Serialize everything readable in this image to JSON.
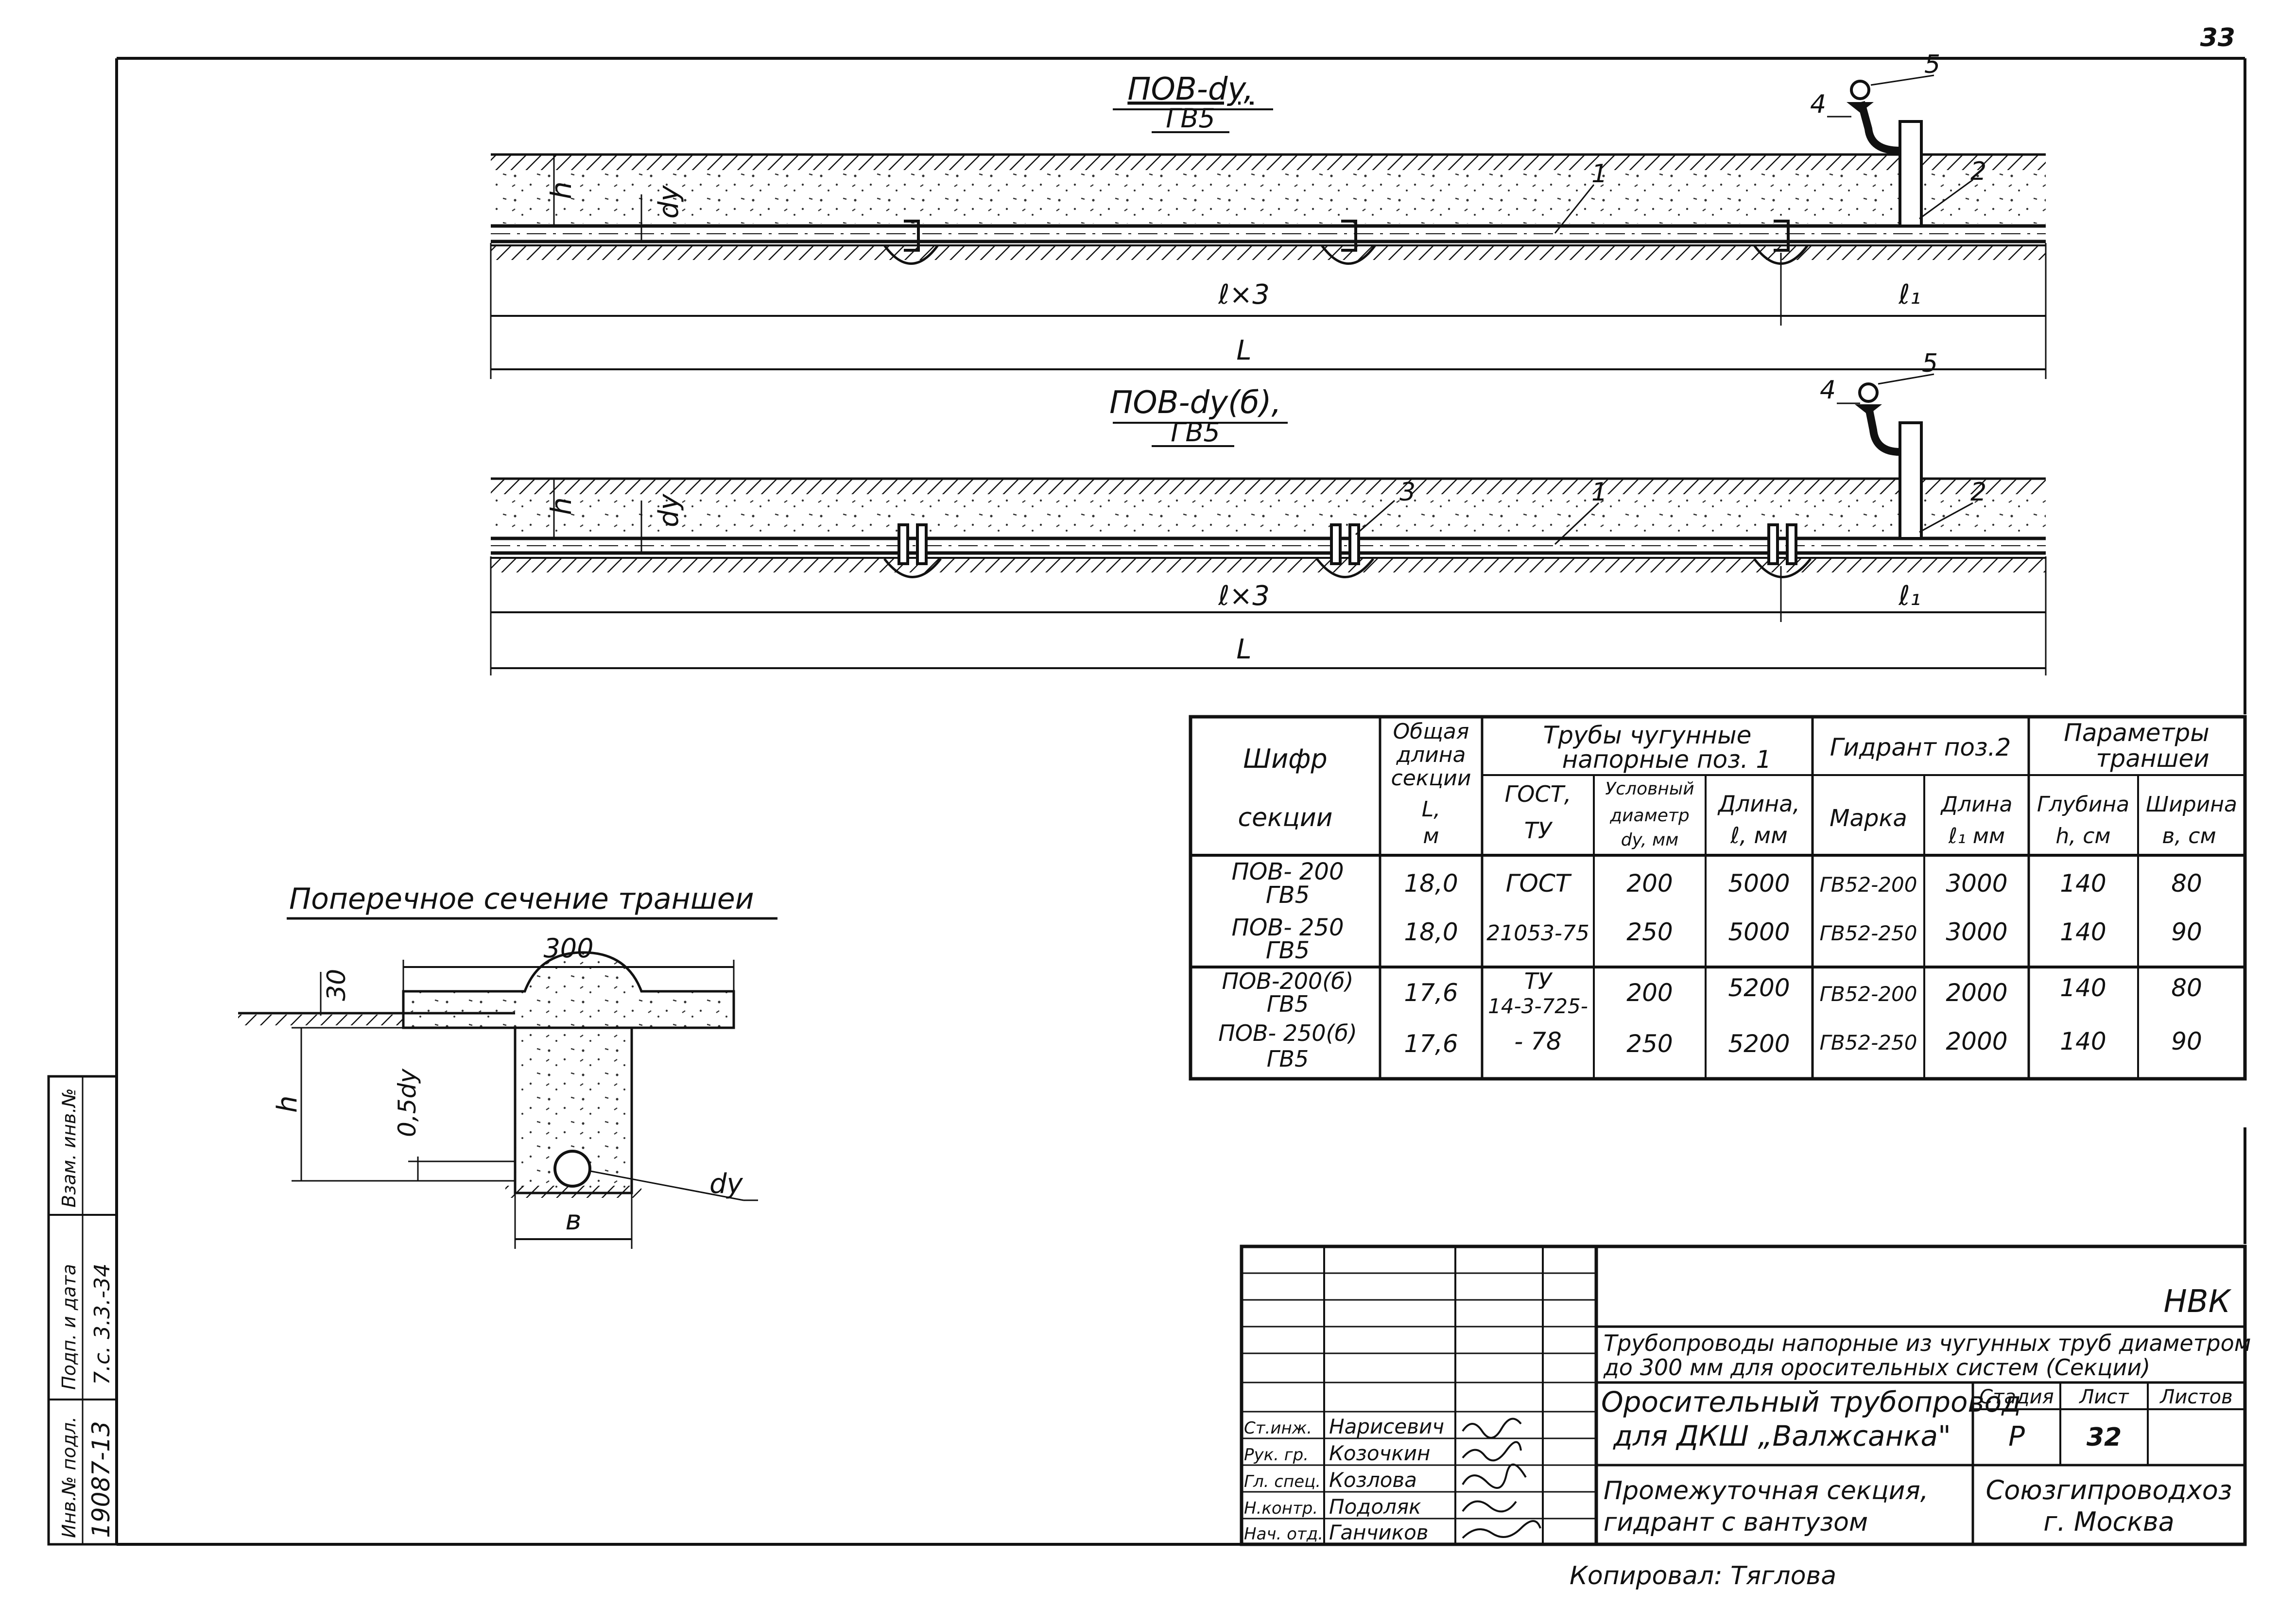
{
  "page_number": "33",
  "section1": {
    "title_top": "ПОВ-dy,",
    "title_bottom": "ГВ5",
    "callouts": [
      "1",
      "2",
      "4",
      "5"
    ],
    "label_h": "h",
    "label_dy": "dy",
    "dim_lx3": "ℓ×3",
    "dim_l1": "ℓ₁",
    "dim_L": "L"
  },
  "section2": {
    "title_top": "ПОВ-dy(б),",
    "title_bottom": "ГВ5",
    "callouts": [
      "1",
      "2",
      "3",
      "4",
      "5"
    ],
    "label_h": "h",
    "label_dy": "dy",
    "dim_lx3": "ℓ×3",
    "dim_l1": "ℓ₁",
    "dim_L": "L"
  },
  "cross_section": {
    "title": "Поперечное сечение траншеи",
    "dim_300": "300",
    "dim_30": "30",
    "dim_h": "h",
    "dim_05dy": "0,5dy",
    "dim_b": "в",
    "label_dy": "dy"
  },
  "spec_table": {
    "headers": {
      "shifr": [
        "Шифр",
        "секции"
      ],
      "length": [
        "Общая",
        "длина",
        "секции",
        "L,",
        "м"
      ],
      "pipes_group": [
        "Трубы чугунные",
        "напорные поз. 1"
      ],
      "gost": [
        "ГОСТ,",
        "ТУ"
      ],
      "diam": [
        "Условный",
        "диаметр",
        "dy, мм"
      ],
      "pipe_len": [
        "Длина,",
        "ℓ, мм"
      ],
      "hydrant_group": "Гидрант поз.2",
      "marka": "Марка",
      "hyd_len": [
        "Длина",
        "ℓ₁ мм"
      ],
      "trench_group": [
        "Параметры",
        "траншеи"
      ],
      "depth": [
        "Глубина",
        "h, см"
      ],
      "width": [
        "Ширина",
        "в, см"
      ]
    },
    "rows": [
      {
        "shifr": [
          "ПОВ- 200",
          "ГВ5"
        ],
        "length": "18,0",
        "gost": "ГОСТ",
        "diam": "200",
        "pipe_len": "5000",
        "marka": "ГВ52-200",
        "hyd_len": "3000",
        "depth": "140",
        "width": "80"
      },
      {
        "shifr": [
          "ПОВ- 250",
          "ГВ5"
        ],
        "length": "18,0",
        "gost": "21053-75",
        "diam": "250",
        "pipe_len": "5000",
        "marka": "ГВ52-250",
        "hyd_len": "3000",
        "depth": "140",
        "width": "90"
      },
      {
        "shifr": [
          "ПОВ-200(б)",
          "ГВ5"
        ],
        "length": "17,6",
        "gost": "ТУ",
        "diam": "200",
        "pipe_len": "5200",
        "marka": "ГВ52-200",
        "hyd_len": "2000",
        "depth": "140",
        "width": "80"
      },
      {
        "shifr": [
          "ПОВ- 250(б)",
          "ГВ5"
        ],
        "length": "17,6",
        "gost": "14-3-725-",
        "diam": "250",
        "pipe_len": "5200",
        "marka": "ГВ52-250",
        "hyd_len": "2000",
        "depth": "140",
        "width": "90"
      }
    ],
    "gost_last": "- 78"
  },
  "title_block": {
    "code": "НВК",
    "project_line1": "Трубопроводы напорные из чугунных труб диаметром",
    "project_line2": "до 300 мм для оросительных систем (Секции)",
    "object_line1": "Оросительный трубопровод",
    "object_line2": "для ДКШ „Валжсанка\"",
    "stage_label": "Стадия",
    "sheet_label": "Лист",
    "sheets_label": "Листов",
    "stage_value": "Р",
    "sheet_value": "32",
    "doc_line1": "Промежуточная секция,",
    "doc_line2": "гидрант с вантузом",
    "org_line1": "Союзгипроводхоз",
    "org_line2": "г. Москва",
    "roles": [
      "Ст.инж.",
      "Рук. гр.",
      "Гл. спец.",
      "Н.контр.",
      "Нач. отд."
    ],
    "names": [
      "Нарисевич",
      "Козочкин",
      "Козлова",
      "Подоляк",
      "Ганчиков"
    ],
    "copied": "Копировал: Тяглова"
  },
  "left_stamp": {
    "labels": [
      "Инв.№ подл.",
      "Подп. и дата",
      "Взам. инв.№"
    ],
    "values": [
      "19087-13",
      "7.с. 3.3.-34",
      ""
    ]
  }
}
